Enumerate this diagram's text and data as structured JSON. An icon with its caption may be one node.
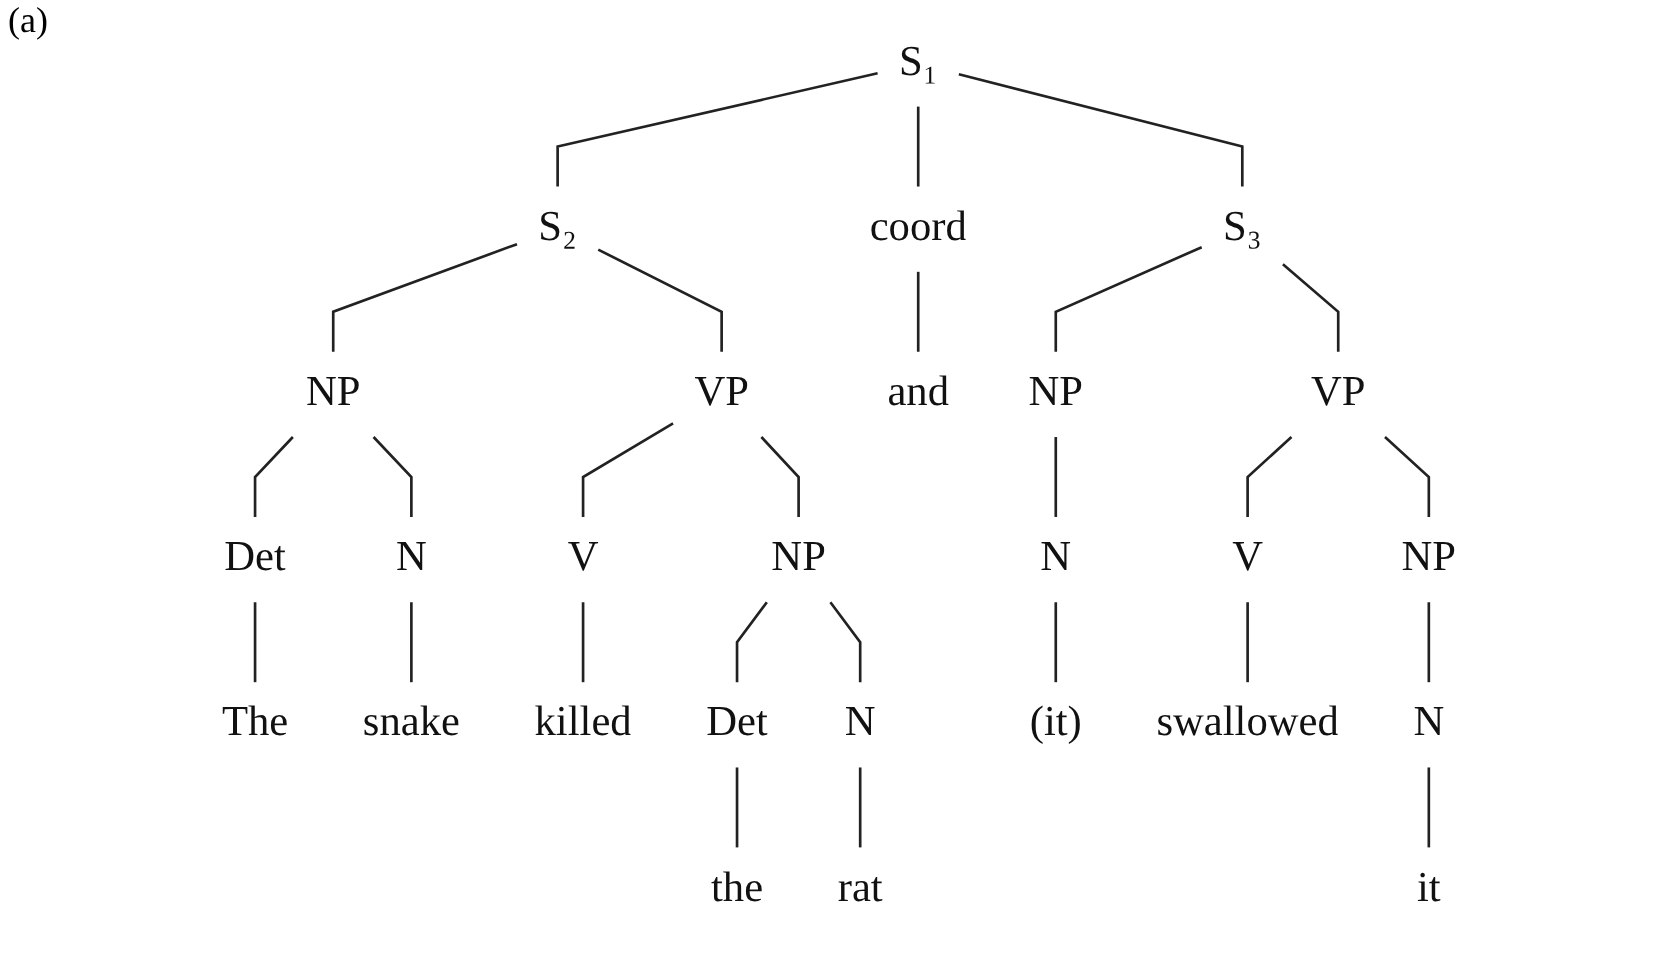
{
  "diagram": {
    "nodes": [
      {
        "text": [
          "S₁"
        ]
      },
      {
        "text": [
          "S₂"
        ]
      },
      {
        "text": [
          "coord"
        ]
      },
      {
        "text": [
          "S₃"
        ]
      },
      {
        "text": [
          "NP"
        ]
      },
      {
        "text": [
          "VP"
        ]
      },
      {
        "text": [
          "NP"
        ]
      },
      {
        "text": [
          "VP"
        ]
      },
      {
        "text": [
          "Det"
        ]
      },
      {
        "text": [
          "N"
        ]
      },
      {
        "text": [
          "V"
        ]
      },
      {
        "text": [
          "NP"
        ]
      },
      {
        "text": [
          "N"
        ]
      },
      {
        "text": [
          "V"
        ]
      },
      {
        "text": [
          "NP"
        ]
      },
      {
        "text": [
          "Det"
        ]
      },
      {
        "text": [
          "N"
        ]
      },
      {
        "text": [
          "N"
        ]
      },
      {
        "text": [
          "The"
        ]
      },
      {
        "text": [
          "snake"
        ]
      },
      {
        "text": [
          "killed"
        ]
      },
      {
        "text": [
          "the"
        ]
      },
      {
        "text": [
          "rat"
        ]
      },
      {
        "text": [
          "and"
        ]
      },
      {
        "text": [
          "(it)"
        ]
      },
      {
        "text": [
          "swallowed"
        ]
      },
      {
        "text": [
          "it"
        ]
      }
    ],
    "edges": [
      {
        "from": 0,
        "to": 1,
        "arrow": "none"
      },
      {
        "from": 0,
        "to": 2,
        "arrow": "none"
      },
      {
        "from": 0,
        "to": 3,
        "arrow": "none"
      },
      {
        "from": 1,
        "to": 4,
        "arrow": "none"
      },
      {
        "from": 1,
        "to": 5,
        "arrow": "none"
      },
      {
        "from": 3,
        "to": 6,
        "arrow": "none"
      },
      {
        "from": 3,
        "to": 7,
        "arrow": "none"
      },
      {
        "from": 4,
        "to": 8,
        "arrow": "none"
      },
      {
        "from": 4,
        "to": 9,
        "arrow": "none"
      },
      {
        "from": 5,
        "to": 10,
        "arrow": "none"
      },
      {
        "from": 5,
        "to": 11,
        "arrow": "none"
      },
      {
        "from": 6,
        "to": 12,
        "arrow": "none"
      },
      {
        "from": 7,
        "to": 13,
        "arrow": "none"
      },
      {
        "from": 7,
        "to": 14,
        "arrow": "none"
      },
      {
        "from": 8,
        "to": 18,
        "arrow": "none"
      },
      {
        "from": 9,
        "to": 19,
        "arrow": "none"
      },
      {
        "from": 10,
        "to": 20,
        "arrow": "none"
      },
      {
        "from": 11,
        "to": 15,
        "arrow": "none"
      },
      {
        "from": 11,
        "to": 16,
        "arrow": "none"
      },
      {
        "from": 15,
        "to": 21,
        "arrow": "none"
      },
      {
        "from": 16,
        "to": 22,
        "arrow": "none"
      },
      {
        "from": 2,
        "to": 23,
        "arrow": "none"
      },
      {
        "from": 12,
        "to": 24,
        "arrow": "none"
      },
      {
        "from": 13,
        "to": 25,
        "arrow": "none"
      },
      {
        "from": 14,
        "to": 17,
        "arrow": "none"
      },
      {
        "from": 17,
        "to": 26,
        "arrow": "none"
      }
    ],
    "labels": [
      "(a)"
    ]
  }
}
